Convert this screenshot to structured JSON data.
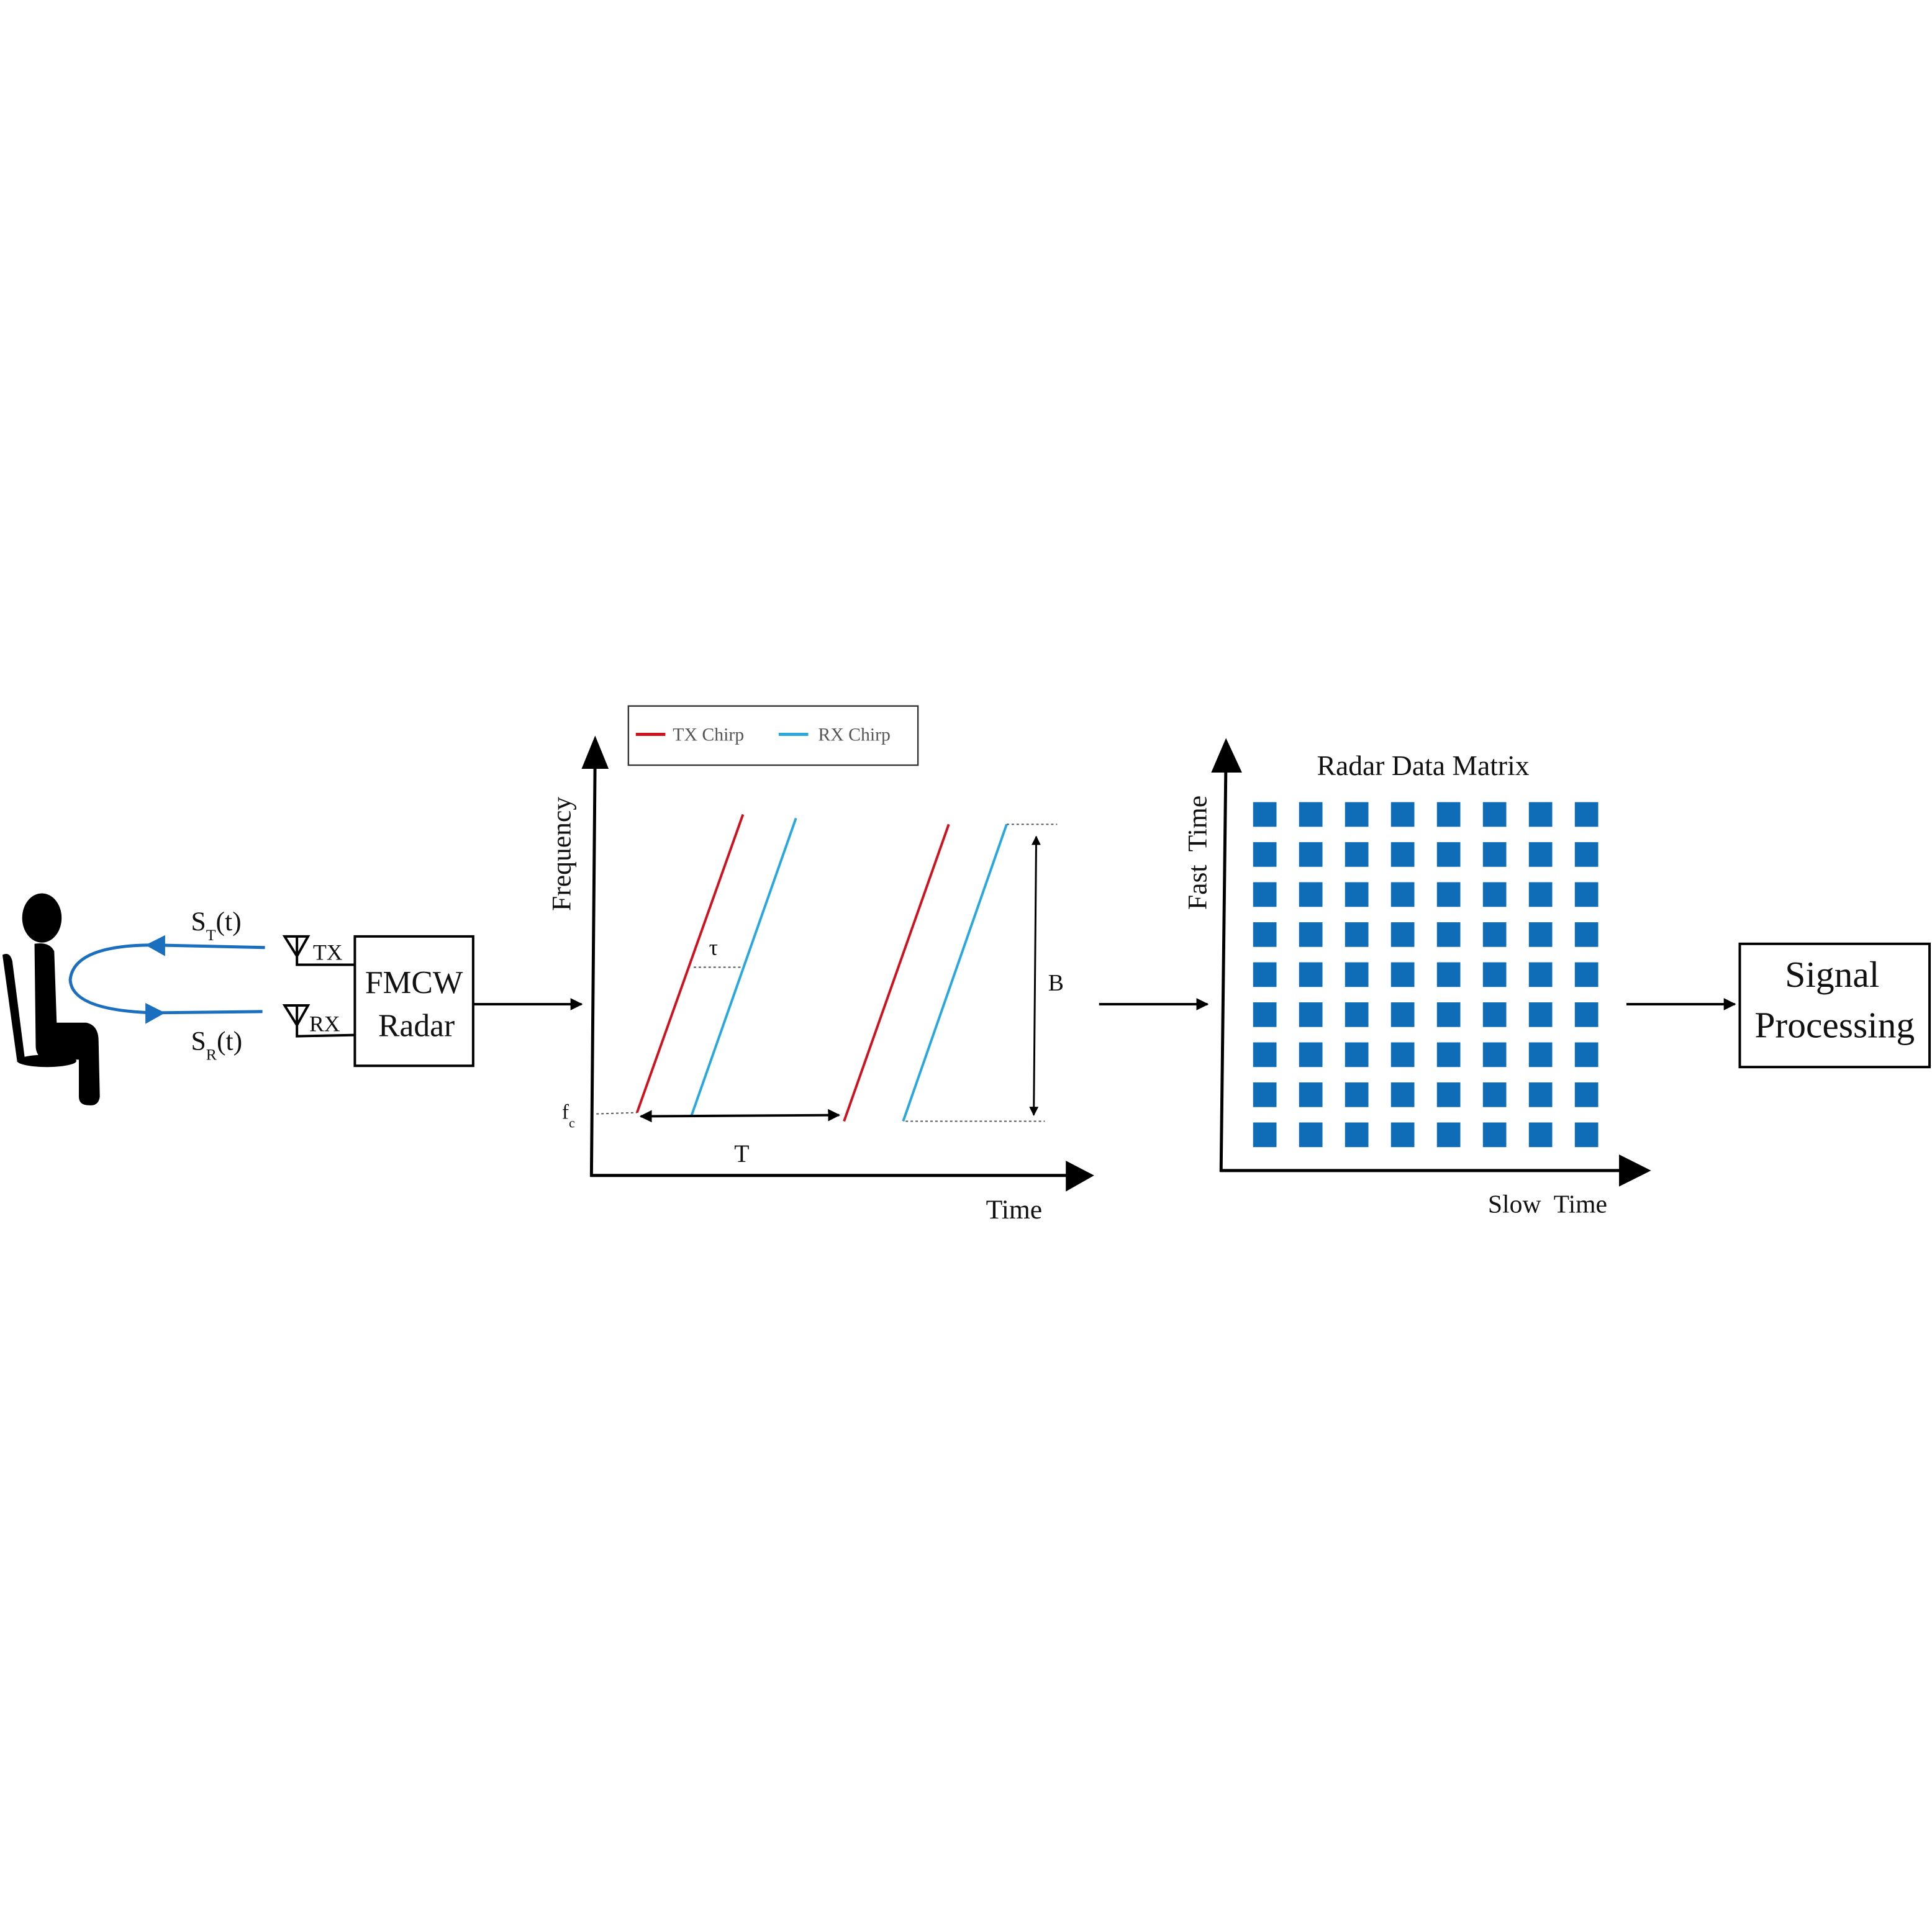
{
  "signals": {
    "transmit": {
      "base": "S",
      "sub": "T",
      "arg": "(t)"
    },
    "receive": {
      "base": "S",
      "sub": "R",
      "arg": "(t)"
    }
  },
  "antennas": {
    "tx": "TX",
    "rx": "RX"
  },
  "radar_box": {
    "line1": "FMCW",
    "line2": "Radar"
  },
  "chirp_chart": {
    "legend": {
      "tx": "TX Chirp",
      "rx": "RX Chirp"
    },
    "y_label": "Frequency",
    "x_label": "Time",
    "fc": {
      "base": "f",
      "sub": "c"
    },
    "period": "T",
    "delay": "τ",
    "bandwidth": "B"
  },
  "matrix": {
    "title": "Radar Data Matrix",
    "y_label": "Fast  Time",
    "x_label": "Slow  Time",
    "rows": 9,
    "cols": 8
  },
  "output_box": {
    "line1": "Signal",
    "line2": "Processing"
  },
  "colors": {
    "tx": "#d0121f",
    "rx": "#29a8e0",
    "signal": "#1a6fbf",
    "cell": "#0f6cb6"
  }
}
